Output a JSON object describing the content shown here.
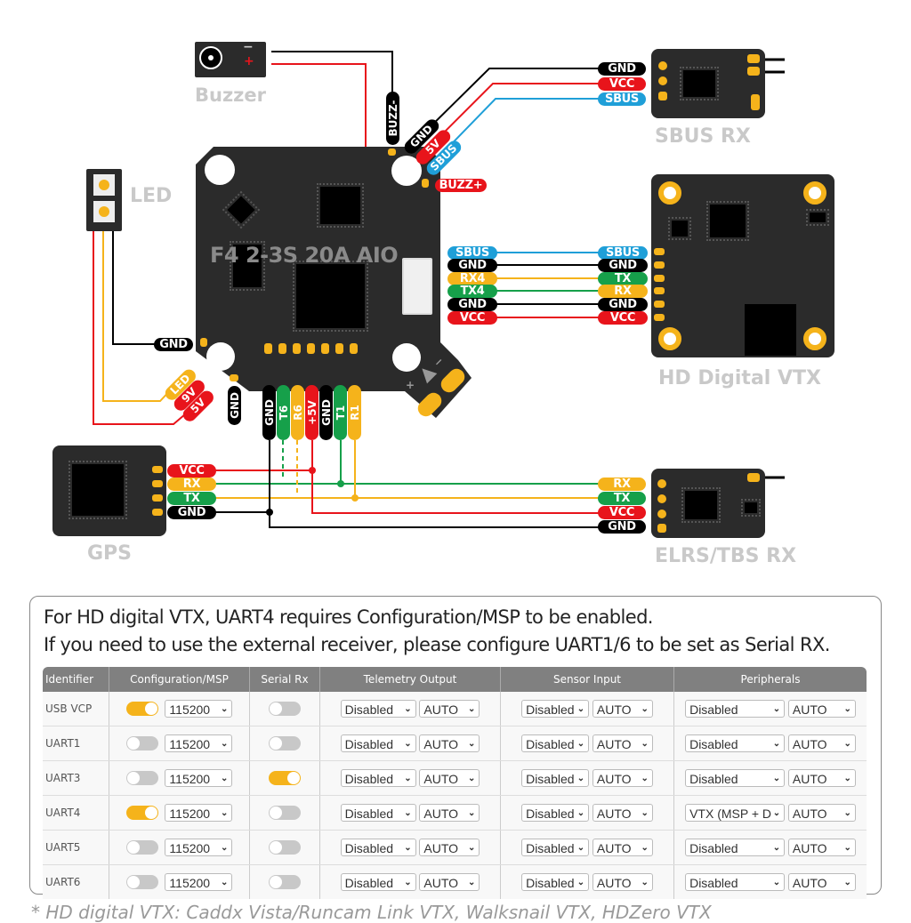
{
  "board_title": "F4 2-3S 20A AIO",
  "components": {
    "buzzer": {
      "label": "Buzzer",
      "minus": "−",
      "plus": "+"
    },
    "sbus_rx": {
      "label": "SBUS RX",
      "wires": [
        "GND",
        "VCC",
        "SBUS"
      ]
    },
    "led": {
      "label": "LED"
    },
    "hd_vtx": {
      "label": "HD Digital VTX",
      "wires": [
        "SBUS",
        "GND",
        "TX",
        "RX",
        "GND",
        "VCC"
      ]
    },
    "gps": {
      "label": "GPS",
      "wires": [
        "VCC",
        "RX",
        "TX",
        "GND"
      ]
    },
    "elrs_rx": {
      "label": "ELRS/TBS RX",
      "wires": [
        "RX",
        "TX",
        "VCC",
        "GND"
      ]
    }
  },
  "board_pads": {
    "buzz_minus": "BUZZ-",
    "buzz_plus": "BUZZ+",
    "sbus_port": [
      "GND",
      "5V",
      "SBUS"
    ],
    "vtx_port": [
      "SBUS",
      "GND",
      "RX4",
      "TX4",
      "GND",
      "VCC"
    ],
    "led_gnd": "GND",
    "led_port": [
      "LED",
      "9V",
      "5V"
    ],
    "side_gnd": "GND",
    "bottom_pads": [
      "GND",
      "T6",
      "R6",
      "+5V",
      "GND",
      "T1",
      "R1"
    ],
    "battery_plus": "+",
    "battery_minus": "−"
  },
  "colors": {
    "black": "#000000",
    "red": "#e8141b",
    "blue": "#1f9fd8",
    "yellow": "#f5b31b",
    "green": "#16a04a",
    "pcb": "#2b2b2b"
  },
  "note": {
    "line1": "For HD digital VTX, UART4 requires Configuration/MSP to be enabled.",
    "line2": "If you need to use the external receiver, please configure UART1/6 to be set as Serial RX."
  },
  "table": {
    "headers": [
      "Identifier",
      "Configuration/MSP",
      "Serial Rx",
      "Telemetry Output",
      "Sensor Input",
      "Peripherals"
    ],
    "rows": [
      {
        "id": "USB VCP",
        "msp_on": true,
        "baud": "115200",
        "serial_rx": false,
        "telemetry": "Disabled",
        "telemetry_baud": "AUTO",
        "sensor": "Disabled",
        "sensor_baud": "AUTO",
        "peripheral": "Disabled",
        "peripheral_baud": "AUTO"
      },
      {
        "id": "UART1",
        "msp_on": false,
        "baud": "115200",
        "serial_rx": false,
        "telemetry": "Disabled",
        "telemetry_baud": "AUTO",
        "sensor": "Disabled",
        "sensor_baud": "AUTO",
        "peripheral": "Disabled",
        "peripheral_baud": "AUTO"
      },
      {
        "id": "UART3",
        "msp_on": false,
        "baud": "115200",
        "serial_rx": true,
        "telemetry": "Disabled",
        "telemetry_baud": "AUTO",
        "sensor": "Disabled",
        "sensor_baud": "AUTO",
        "peripheral": "Disabled",
        "peripheral_baud": "AUTO"
      },
      {
        "id": "UART4",
        "msp_on": true,
        "baud": "115200",
        "serial_rx": false,
        "telemetry": "Disabled",
        "telemetry_baud": "AUTO",
        "sensor": "Disabled",
        "sensor_baud": "AUTO",
        "peripheral": "VTX (MSP + D",
        "peripheral_baud": "AUTO"
      },
      {
        "id": "UART5",
        "msp_on": false,
        "baud": "115200",
        "serial_rx": false,
        "telemetry": "Disabled",
        "telemetry_baud": "AUTO",
        "sensor": "Disabled",
        "sensor_baud": "AUTO",
        "peripheral": "Disabled",
        "peripheral_baud": "AUTO"
      },
      {
        "id": "UART6",
        "msp_on": false,
        "baud": "115200",
        "serial_rx": false,
        "telemetry": "Disabled",
        "telemetry_baud": "AUTO",
        "sensor": "Disabled",
        "sensor_baud": "AUTO",
        "peripheral": "Disabled",
        "peripheral_baud": "AUTO"
      }
    ]
  },
  "footnote": "* HD digital VTX: Caddx Vista/Runcam Link VTX, Walksnail VTX, HDZero VTX"
}
